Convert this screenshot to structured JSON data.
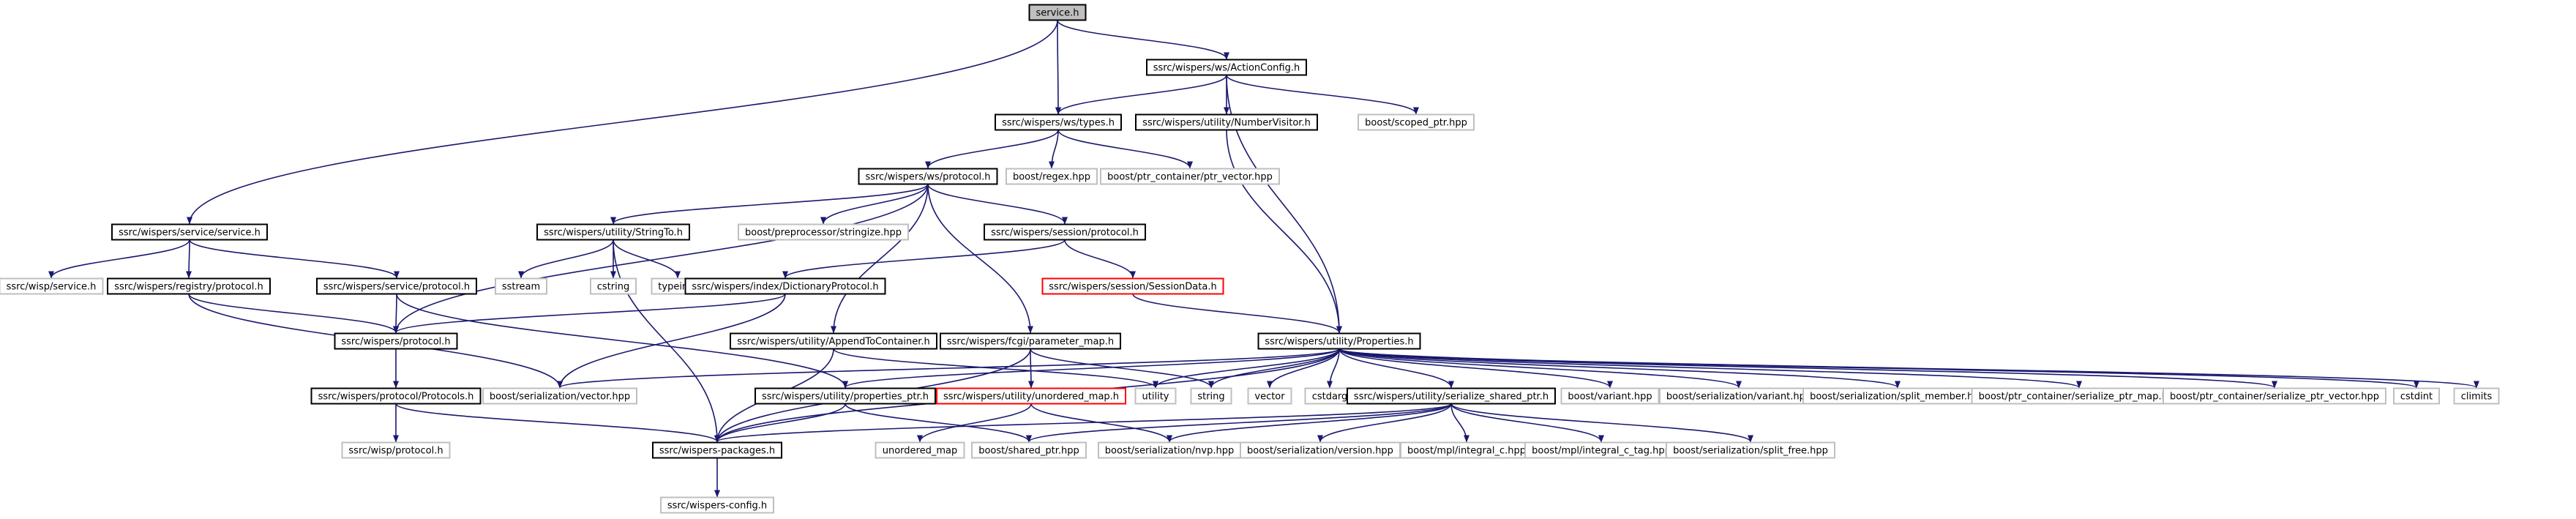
{
  "colors": {
    "root_fill": "#bfbfbf",
    "root_border": "#000000",
    "solid_border": "#000000",
    "light_border": "#bfbfbf",
    "red_border": "#ff0000",
    "edge": "#191970",
    "text": "#000000"
  },
  "nodes": [
    {
      "id": "service_h",
      "label": "service.h",
      "style": "root"
    },
    {
      "id": "ws_actionconfig",
      "label": "ssrc/wispers/ws/ActionConfig.h",
      "style": "solid"
    },
    {
      "id": "ws_types",
      "label": "ssrc/wispers/ws/types.h",
      "style": "solid"
    },
    {
      "id": "util_numbervisitor",
      "label": "ssrc/wispers/utility/NumberVisitor.h",
      "style": "solid"
    },
    {
      "id": "boost_scoped_ptr",
      "label": "boost/scoped_ptr.hpp",
      "style": "light"
    },
    {
      "id": "boost_regex",
      "label": "boost/regex.hpp",
      "style": "light"
    },
    {
      "id": "boost_ptr_vector",
      "label": "boost/ptr_container/ptr_vector.hpp",
      "style": "light"
    },
    {
      "id": "ws_protocol",
      "label": "ssrc/wispers/ws/protocol.h",
      "style": "solid"
    },
    {
      "id": "service_service",
      "label": "ssrc/wispers/service/service.h",
      "style": "solid"
    },
    {
      "id": "util_stringto",
      "label": "ssrc/wispers/utility/StringTo.h",
      "style": "solid"
    },
    {
      "id": "boost_stringize",
      "label": "boost/preprocessor/stringize.hpp",
      "style": "light"
    },
    {
      "id": "session_protocol",
      "label": "ssrc/wispers/session/protocol.h",
      "style": "solid"
    },
    {
      "id": "wisp_service",
      "label": "ssrc/wisp/service.h",
      "style": "light"
    },
    {
      "id": "registry_protocol",
      "label": "ssrc/wispers/registry/protocol.h",
      "style": "solid"
    },
    {
      "id": "service_protocol",
      "label": "ssrc/wispers/service/protocol.h",
      "style": "solid"
    },
    {
      "id": "sstream",
      "label": "sstream",
      "style": "light"
    },
    {
      "id": "cstring",
      "label": "cstring",
      "style": "light"
    },
    {
      "id": "typeinfo",
      "label": "typeinfo",
      "style": "light"
    },
    {
      "id": "index_dictproto",
      "label": "ssrc/wispers/index/DictionaryProtocol.h",
      "style": "solid"
    },
    {
      "id": "session_sessiondata",
      "label": "ssrc/wispers/session/SessionData.h",
      "style": "red"
    },
    {
      "id": "wispers_protocol",
      "label": "ssrc/wispers/protocol.h",
      "style": "solid"
    },
    {
      "id": "util_appendto",
      "label": "ssrc/wispers/utility/AppendToContainer.h",
      "style": "solid"
    },
    {
      "id": "fcgi_parammap",
      "label": "ssrc/wispers/fcgi/parameter_map.h",
      "style": "solid"
    },
    {
      "id": "util_properties",
      "label": "ssrc/wispers/utility/Properties.h",
      "style": "solid"
    },
    {
      "id": "protocol_protocols",
      "label": "ssrc/wispers/protocol/Protocols.h",
      "style": "solid"
    },
    {
      "id": "boost_ser_vector",
      "label": "boost/serialization/vector.hpp",
      "style": "light"
    },
    {
      "id": "util_properties_ptr",
      "label": "ssrc/wispers/utility/properties_ptr.h",
      "style": "solid"
    },
    {
      "id": "util_unordered_map",
      "label": "ssrc/wispers/utility/unordered_map.h",
      "style": "red"
    },
    {
      "id": "utility",
      "label": "utility",
      "style": "light"
    },
    {
      "id": "string",
      "label": "string",
      "style": "light"
    },
    {
      "id": "vector",
      "label": "vector",
      "style": "light"
    },
    {
      "id": "cstdarg",
      "label": "cstdarg",
      "style": "light"
    },
    {
      "id": "util_serialize_shared_ptr",
      "label": "ssrc/wispers/utility/serialize_shared_ptr.h",
      "style": "solid"
    },
    {
      "id": "boost_variant",
      "label": "boost/variant.hpp",
      "style": "light"
    },
    {
      "id": "boost_ser_variant",
      "label": "boost/serialization/variant.hpp",
      "style": "light"
    },
    {
      "id": "boost_ser_split_member",
      "label": "boost/serialization/split_member.hpp",
      "style": "light"
    },
    {
      "id": "boost_ptr_ser_map",
      "label": "boost/ptr_container/serialize_ptr_map.hpp",
      "style": "light"
    },
    {
      "id": "boost_ptr_ser_vector",
      "label": "boost/ptr_container/serialize_ptr_vector.hpp",
      "style": "light"
    },
    {
      "id": "cstdint",
      "label": "cstdint",
      "style": "light"
    },
    {
      "id": "climits",
      "label": "climits",
      "style": "light"
    },
    {
      "id": "wisp_protocol",
      "label": "ssrc/wisp/protocol.h",
      "style": "light"
    },
    {
      "id": "wispers_packages",
      "label": "ssrc/wispers-packages.h",
      "style": "solid"
    },
    {
      "id": "unordered_map",
      "label": "unordered_map",
      "style": "light"
    },
    {
      "id": "boost_shared_ptr",
      "label": "boost/shared_ptr.hpp",
      "style": "light"
    },
    {
      "id": "boost_ser_nvp",
      "label": "boost/serialization/nvp.hpp",
      "style": "light"
    },
    {
      "id": "boost_ser_version",
      "label": "boost/serialization/version.hpp",
      "style": "light"
    },
    {
      "id": "boost_mpl_integral_c",
      "label": "boost/mpl/integral_c.hpp",
      "style": "light"
    },
    {
      "id": "boost_mpl_integral_c_tag",
      "label": "boost/mpl/integral_c_tag.hpp",
      "style": "light"
    },
    {
      "id": "boost_ser_split_free",
      "label": "boost/serialization/split_free.hpp",
      "style": "light"
    },
    {
      "id": "wispers_config",
      "label": "ssrc/wispers-config.h",
      "style": "light"
    }
  ],
  "edges": [
    [
      "service_h",
      "ws_actionconfig"
    ],
    [
      "service_h",
      "ws_types"
    ],
    [
      "service_h",
      "service_service"
    ],
    [
      "ws_actionconfig",
      "ws_types"
    ],
    [
      "ws_actionconfig",
      "util_numbervisitor"
    ],
    [
      "ws_actionconfig",
      "boost_scoped_ptr"
    ],
    [
      "ws_actionconfig",
      "util_properties"
    ],
    [
      "ws_types",
      "ws_protocol"
    ],
    [
      "ws_types",
      "boost_regex"
    ],
    [
      "ws_types",
      "boost_ptr_vector"
    ],
    [
      "util_numbervisitor",
      "util_properties"
    ],
    [
      "ws_protocol",
      "util_stringto"
    ],
    [
      "ws_protocol",
      "boost_stringize"
    ],
    [
      "ws_protocol",
      "session_protocol"
    ],
    [
      "ws_protocol",
      "wispers_protocol"
    ],
    [
      "ws_protocol",
      "util_appendto"
    ],
    [
      "ws_protocol",
      "fcgi_parammap"
    ],
    [
      "service_service",
      "wisp_service"
    ],
    [
      "service_service",
      "registry_protocol"
    ],
    [
      "service_service",
      "service_protocol"
    ],
    [
      "util_stringto",
      "sstream"
    ],
    [
      "util_stringto",
      "cstring"
    ],
    [
      "util_stringto",
      "typeinfo"
    ],
    [
      "util_stringto",
      "wispers_packages"
    ],
    [
      "session_protocol",
      "index_dictproto"
    ],
    [
      "session_protocol",
      "session_sessiondata"
    ],
    [
      "registry_protocol",
      "wispers_protocol"
    ],
    [
      "registry_protocol",
      "boost_ser_vector"
    ],
    [
      "service_protocol",
      "wispers_protocol"
    ],
    [
      "service_protocol",
      "util_properties_ptr"
    ],
    [
      "index_dictproto",
      "wispers_protocol"
    ],
    [
      "index_dictproto",
      "boost_ser_vector"
    ],
    [
      "session_sessiondata",
      "util_properties"
    ],
    [
      "wispers_protocol",
      "protocol_protocols"
    ],
    [
      "util_appendto",
      "wispers_packages"
    ],
    [
      "util_appendto",
      "utility"
    ],
    [
      "fcgi_parammap",
      "util_unordered_map"
    ],
    [
      "fcgi_parammap",
      "wispers_packages"
    ],
    [
      "fcgi_parammap",
      "string"
    ],
    [
      "util_properties",
      "boost_ser_vector"
    ],
    [
      "util_properties",
      "util_properties_ptr"
    ],
    [
      "util_properties",
      "wispers_packages"
    ],
    [
      "util_properties",
      "utility"
    ],
    [
      "util_properties",
      "string"
    ],
    [
      "util_properties",
      "vector"
    ],
    [
      "util_properties",
      "cstdarg"
    ],
    [
      "util_properties",
      "util_serialize_shared_ptr"
    ],
    [
      "util_properties",
      "boost_variant"
    ],
    [
      "util_properties",
      "boost_ser_variant"
    ],
    [
      "util_properties",
      "boost_ser_split_member"
    ],
    [
      "util_properties",
      "boost_ptr_ser_map"
    ],
    [
      "util_properties",
      "boost_ptr_ser_vector"
    ],
    [
      "util_properties",
      "cstdint"
    ],
    [
      "util_properties",
      "climits"
    ],
    [
      "protocol_protocols",
      "wisp_protocol"
    ],
    [
      "protocol_protocols",
      "wispers_packages"
    ],
    [
      "util_properties_ptr",
      "wispers_packages"
    ],
    [
      "util_properties_ptr",
      "boost_shared_ptr"
    ],
    [
      "util_unordered_map",
      "unordered_map"
    ],
    [
      "util_unordered_map",
      "boost_ser_nvp"
    ],
    [
      "util_serialize_shared_ptr",
      "wispers_packages"
    ],
    [
      "util_serialize_shared_ptr",
      "boost_shared_ptr"
    ],
    [
      "util_serialize_shared_ptr",
      "boost_ser_nvp"
    ],
    [
      "util_serialize_shared_ptr",
      "boost_ser_version"
    ],
    [
      "util_serialize_shared_ptr",
      "boost_mpl_integral_c"
    ],
    [
      "util_serialize_shared_ptr",
      "boost_mpl_integral_c_tag"
    ],
    [
      "util_serialize_shared_ptr",
      "boost_ser_split_free"
    ],
    [
      "wispers_packages",
      "wispers_config"
    ]
  ]
}
